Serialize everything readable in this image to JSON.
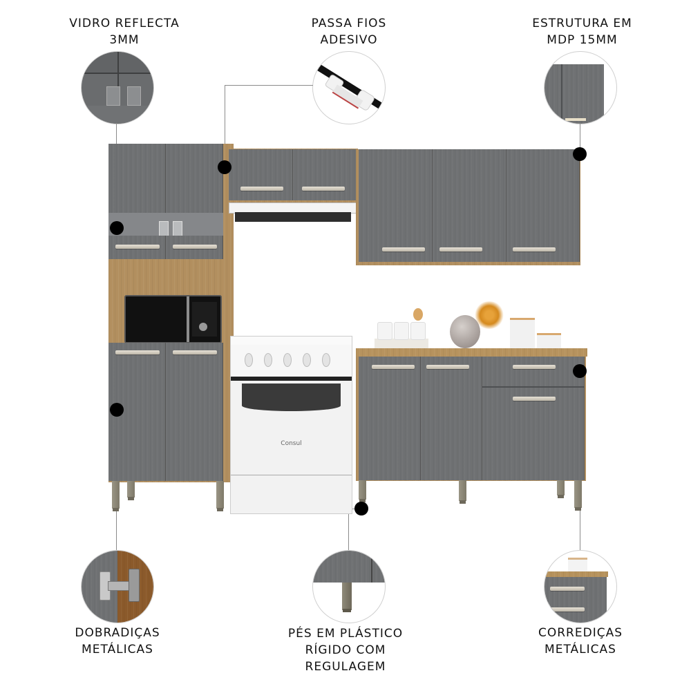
{
  "features": {
    "top_left": {
      "line1": "VIDRO REFLECTA",
      "line2": "3MM",
      "icon": "glass-shelf-detail"
    },
    "top_center": {
      "line1": "PASSA FIOS",
      "line2": "ADESIVO",
      "icon": "cable-clip-detail"
    },
    "top_right": {
      "line1": "ESTRUTURA EM",
      "line2": "MDP 15MM",
      "icon": "mdp-panel-detail"
    },
    "bottom_left": {
      "line1": "DOBRADIÇAS",
      "line2": "METÁLICAS",
      "icon": "hinge-detail"
    },
    "bottom_center": {
      "line1": "PÉS EM PLÁSTICO",
      "line2": "RÍGIDO COM",
      "line3": "REGULAGEM",
      "icon": "leg-detail"
    },
    "bottom_right": {
      "line1": "CORREDIÇAS",
      "line2": "METÁLICAS",
      "icon": "drawer-slide-detail"
    }
  },
  "product": {
    "stove_brand": "Consul",
    "colors": {
      "door_gray": "#6f7173",
      "wood_frame": "#b28f5f",
      "handle": "#d8d2c4",
      "marker": "#000000",
      "connector": "#8a8a8a"
    }
  }
}
